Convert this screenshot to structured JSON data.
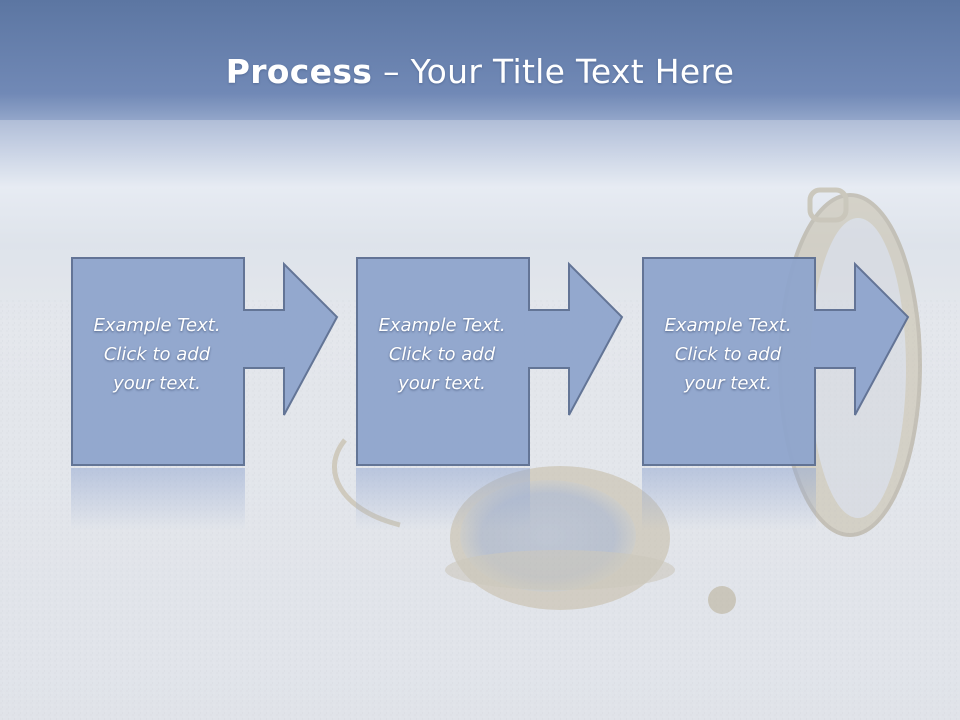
{
  "slide": {
    "title_bold": "Process",
    "title_rest": " – Your Title Text Here",
    "steps": [
      {
        "line1": "Example Text.",
        "line2": "Click  to add",
        "line3": "your text."
      },
      {
        "line1": "Example Text.",
        "line2": "Click  to add",
        "line3": "your text."
      },
      {
        "line1": "Example Text.",
        "line2": "Click  to add",
        "line3": "your text."
      }
    ]
  },
  "colors": {
    "box_fill": "#8fa5cd",
    "box_stroke": "#5d6f92",
    "header_blue": "#6d86b3",
    "sand": "#e4e6ea"
  },
  "icons": {
    "background": "compass-on-sand-photo",
    "connector": "right-arrow-icon"
  }
}
